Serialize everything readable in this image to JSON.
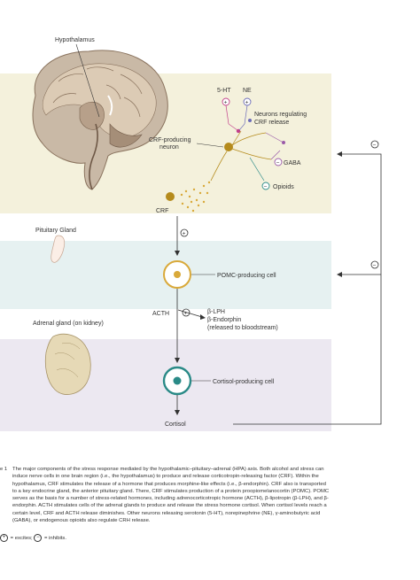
{
  "labels": {
    "hypothalamus": "Hypothalamus",
    "serotonin": "5-HT",
    "ne": "NE",
    "neurons_regulating": [
      "Neurons regulating",
      "CRF release"
    ],
    "crf_neuron": [
      "CRF-producing",
      "neuron"
    ],
    "gaba": "GABA",
    "opioids": "Opioids",
    "crf": "CRF",
    "pituitary": "Pituitary Gland",
    "pomc_cell": "POMC-producing cell",
    "acth": "ACTH",
    "release_products": [
      "β-LPH",
      "β-Endorphin",
      "(released to bloodstream)"
    ],
    "adrenal": "Adrenal gland (on kidney)",
    "cortisol_cell": "Cortisol-producing cell",
    "cortisol": "Cortisol"
  },
  "symbols": {
    "excite": "⊕",
    "inhibit": "⊖",
    "plus": "+",
    "minus": "−"
  },
  "caption": {
    "figure_label": "e 1",
    "lines": [
      "The major components of the stress response mediated by the hypothalamic–pituitary–adrenal (HPA) axis. Both alcohol and stress can",
      "induce nerve cells in one brain region (i.e., the hypothalamus) to produce and release corticotropin-releasing factor (CRF). Within the",
      "hypothalamus, CRF stimulates the release of a hormone that produces morphine-like effects (i.e., β-endorphin). CRF also is transported",
      "to a key endocrine gland, the anterior pituitary gland. There, CRF stimulates production of a protein proopiomelanocortin (POMC). POMC",
      "serves as the basis for a number of stress-related hormones, including adrenocorticotropic hormone (ACTH), β-lipotropin (β-LPH), and β-",
      "endorphin. ACTH stimulates cells of the adrenal glands to produce and release the stress hormone cortisol. When cortisol levels reach a",
      "certain level, CRF and ACTH release diminishes. Other neurons releasing serotonin (5-HT), norepinephrine (NE), γ-aminobutyric acid",
      "(GABA), or endogenous opioids also regulate CRH release."
    ]
  },
  "key": {
    "excites": "= excites;",
    "inhibits": "= inhibits."
  },
  "colors": {
    "brain_band": "#f4f1dc",
    "pituitary_band": "#e6f1f1",
    "adrenal_band": "#ece8f1",
    "arrow": "#333333",
    "serotonin": "#c2418b",
    "ne": "#6b6bb8",
    "gaba": "#9a5aa8",
    "opioids": "#2a8a87",
    "crf_neuron": "#b58b1c",
    "pomc_fill": "#d9a93a",
    "cortisol_ring": "#2a8a87"
  }
}
